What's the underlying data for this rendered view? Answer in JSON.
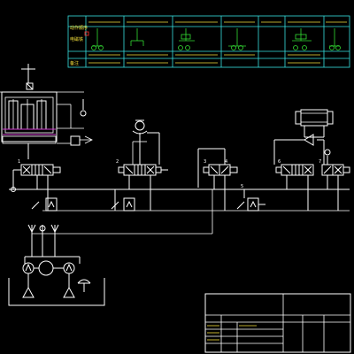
{
  "table": {
    "row_labels": [
      "动作顺序",
      "电磁铁",
      "备注"
    ],
    "columns": [
      "",
      "",
      "",
      "",
      "",
      "",
      ""
    ],
    "remarks": [
      "",
      "",
      "",
      "",
      "",
      "",
      ""
    ]
  },
  "valves": {
    "numbers": [
      "1",
      "2",
      "3",
      "4",
      "5",
      "6",
      "7"
    ]
  },
  "gauges": {
    "left_label": "",
    "right_label": ""
  },
  "title_block": {
    "title": "",
    "cells": [
      "",
      "",
      "",
      "",
      "",
      ""
    ]
  },
  "colors": {
    "background": "#000000",
    "line": "#ffffff",
    "accent_yellow": "#f5e03a",
    "accent_cyan": "#36e0e0",
    "accent_magenta": "#d23cd2",
    "accent_green": "#33dd33"
  }
}
